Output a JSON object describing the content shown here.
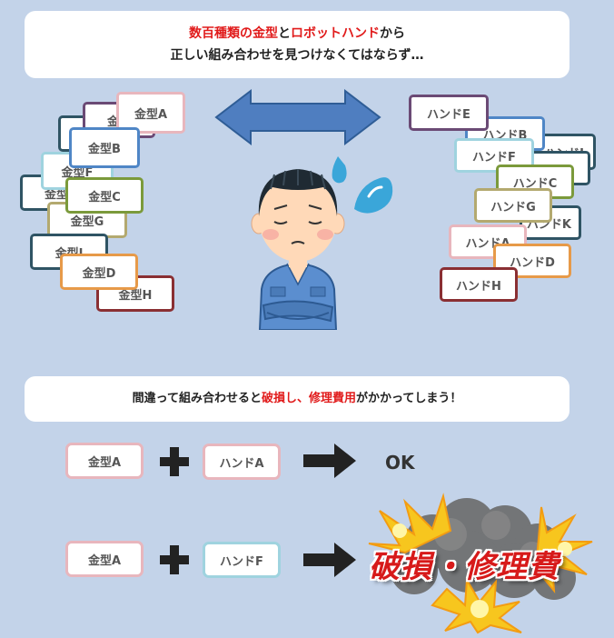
{
  "top_panel": {
    "line1_part1": "数百種類の金型",
    "line1_part2": "と",
    "line1_part3": "ロボットハンド",
    "line1_part4": "から",
    "line2": "正しい組み合わせを見つけなくてはならず…"
  },
  "mold_cards": [
    {
      "label": "金型"
    },
    {
      "label": "金型"
    },
    {
      "label": "金型A"
    },
    {
      "label": "金型B"
    },
    {
      "label": "金型F"
    },
    {
      "label": "金型"
    },
    {
      "label": "金型C"
    },
    {
      "label": "金型G"
    },
    {
      "label": "金型J"
    },
    {
      "label": "金型D"
    },
    {
      "label": "金型H"
    }
  ],
  "hand_cards": [
    {
      "label": "ハンドE"
    },
    {
      "label": "ハンドB"
    },
    {
      "label": "ハンドI"
    },
    {
      "label": "ハンドF"
    },
    {
      "label": "ハンドC"
    },
    {
      "label": "ハンドK"
    },
    {
      "label": "ハンドG"
    },
    {
      "label": "ハンドA"
    },
    {
      "label": "ハンドD"
    },
    {
      "label": "ハンドH"
    }
  ],
  "middle_panel": {
    "part1": "間違って組み合わせると",
    "part2": "破損し、修理費用",
    "part3": "がかかってしまう！"
  },
  "row_ok": {
    "mold": "金型A",
    "hand": "ハンドA",
    "result": "OK"
  },
  "row_ng": {
    "mold": "金型A",
    "hand": "ハンドF",
    "result": "破損・修理費"
  },
  "colors": {
    "background": "#c3d3e9",
    "accent_red": "#e11b1b",
    "arrow_blue": "#4f7ec0"
  },
  "icons": [
    "double-arrow-icon",
    "worried-worker-illustration",
    "sweat-drop-icon",
    "plus-icon",
    "right-arrow-icon",
    "explosion-icon"
  ]
}
